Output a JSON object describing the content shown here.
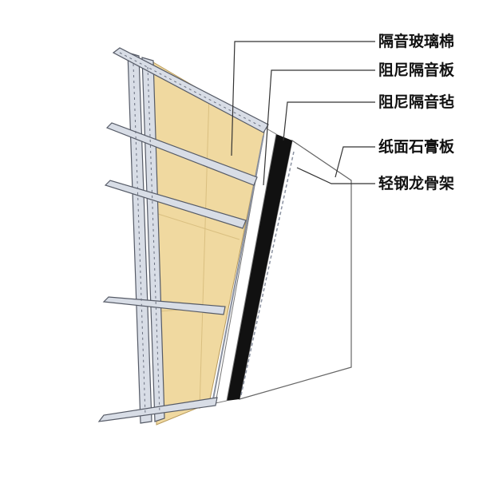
{
  "labels": [
    {
      "key": "glass-wool",
      "text": "隔音玻璃棉"
    },
    {
      "key": "damping-board",
      "text": "阻尼隔音板"
    },
    {
      "key": "damping-felt",
      "text": "阻尼隔音毡"
    },
    {
      "key": "gypsum-board",
      "text": "纸面石膏板"
    },
    {
      "key": "steel-frame",
      "text": "轻钢龙骨架"
    }
  ],
  "colors": {
    "glass_wool": "#f0d9a0",
    "damping_felt": "#111111",
    "board": "#ffffff",
    "steel": "#d8dde6",
    "outline": "#555a66"
  }
}
